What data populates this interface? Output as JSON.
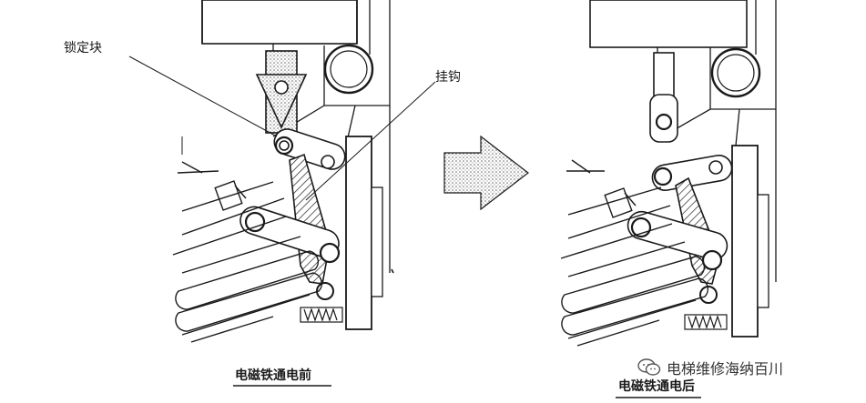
{
  "labels": {
    "lock_block": "锁定块",
    "hook": "挂钩"
  },
  "captions": {
    "before": "电磁铁通电前",
    "after": "电磁铁通电后"
  },
  "watermark": {
    "text": "电梯维修海纳百川",
    "icon": "wechat-icon"
  },
  "colors": {
    "line": "#1a1a1a",
    "stipple": "#7a7a7a",
    "background": "#ffffff"
  }
}
